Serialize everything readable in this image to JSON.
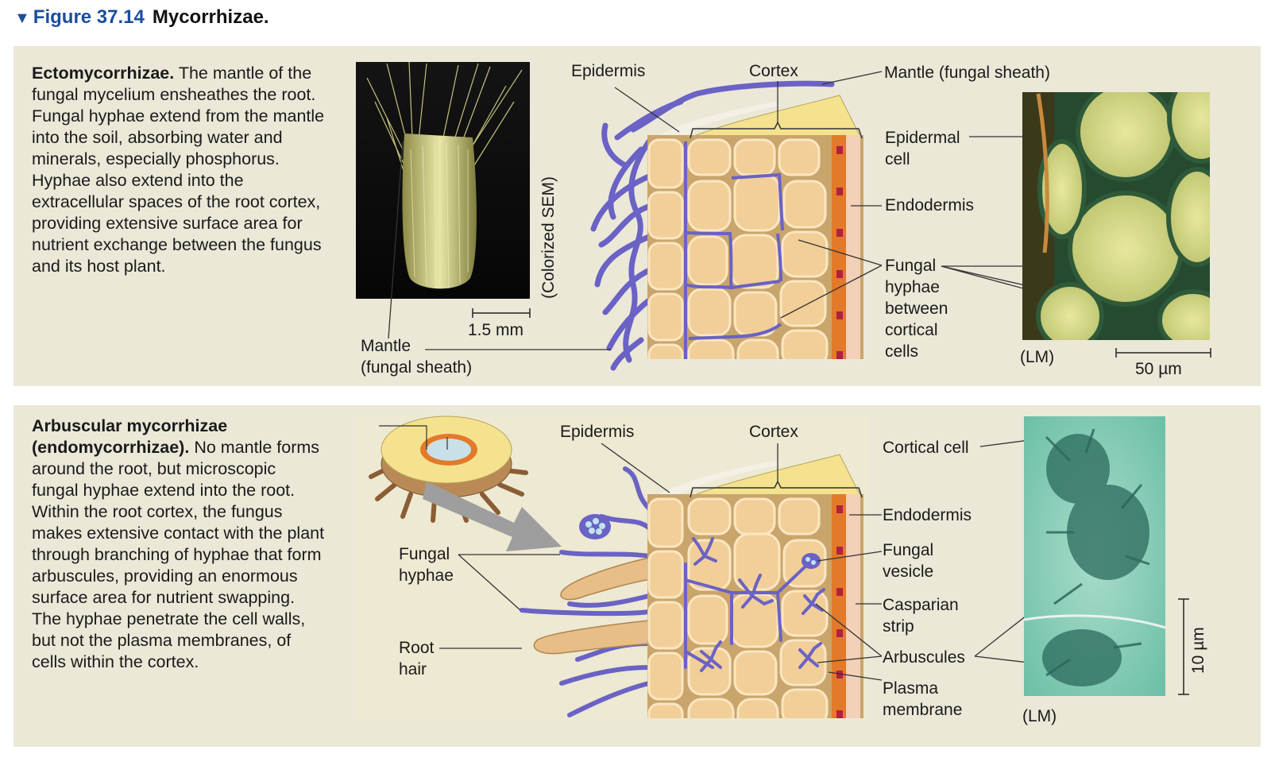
{
  "figure": {
    "number": "Figure 37.14",
    "title": "Mycorrhizae."
  },
  "ecto": {
    "heading": "Ectomycorrhizae.",
    "text": "The mantle of the fungal mycelium ensheathes the root. Fungal hyphae extend from the mantle into the soil, absorbing water and minerals, especially phosphorus. Hyphae also extend into the extracellular spaces of the root cortex, providing extensive surface area for nutrient exchange between the fungus and its host plant.",
    "labels": {
      "epidermis": "Epidermis",
      "cortex": "Cortex",
      "mantle_sheath": "Mantle (fungal sheath)",
      "epidermal_cell_1": "Epidermal",
      "epidermal_cell_2": "cell",
      "endodermis": "Endodermis",
      "fungal_hyphae_1": "Fungal",
      "fungal_hyphae_2": "hyphae",
      "fungal_hyphae_3": "between",
      "fungal_hyphae_4": "cortical",
      "fungal_hyphae_5": "cells",
      "mantle_1": "Mantle",
      "mantle_2": "(fungal sheath)",
      "sem": "(Colorized SEM)",
      "scale_sem": "1.5 mm",
      "lm": "(LM)",
      "scale_lm": "50 µm"
    }
  },
  "arbuscular": {
    "heading_1": "Arbuscular mycorrhizae",
    "heading_2": "(endomycorrhizae).",
    "text": "No mantle forms around the root, but microscopic fungal hyphae extend into the root. Within the root cortex, the fungus makes extensive contact with the plant through branching of hyphae that form arbuscules, providing an enormous surface area for nutrient swapping. The hyphae penetrate the cell walls, but not the plasma membranes, of cells within the cortex.",
    "labels": {
      "epidermis": "Epidermis",
      "cortex": "Cortex",
      "cortical_cell": "Cortical cell",
      "endodermis": "Endodermis",
      "fungal_vesicle_1": "Fungal",
      "fungal_vesicle_2": "vesicle",
      "casparian_1": "Casparian",
      "casparian_2": "strip",
      "arbuscules": "Arbuscules",
      "plasma_1": "Plasma",
      "plasma_2": "membrane",
      "fungal_hyphae_1": "Fungal",
      "fungal_hyphae_2": "hyphae",
      "root_hair_1": "Root",
      "root_hair_2": "hair",
      "lm": "(LM)",
      "scale_lm": "10 µm"
    }
  },
  "colors": {
    "panel_bg": "#ebe8d8",
    "accent_blue": "#1b4e9b",
    "hyphae": "#6a62c4",
    "cell_fill": "#f2cf98",
    "cell_wall": "#c9a56c",
    "endodermis": "#e27a2a",
    "casparian": "#b2213b",
    "mantle_top": "#f5e28f"
  }
}
